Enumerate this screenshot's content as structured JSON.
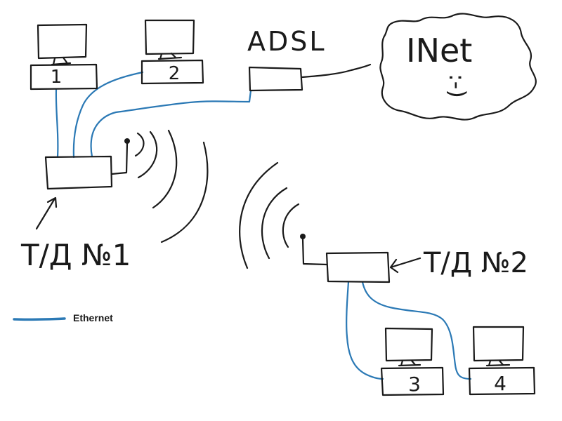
{
  "colors": {
    "ethernet": "#2b79b5",
    "ink": "#1a1a1a"
  },
  "computers": [
    {
      "label": "1"
    },
    {
      "label": "2"
    },
    {
      "label": "3"
    },
    {
      "label": "4"
    }
  ],
  "modem": {
    "label": "ADSL"
  },
  "internet": {
    "label": "INet",
    "smiley": ":-)"
  },
  "access_points": [
    {
      "label": "T/Д №1"
    },
    {
      "label": "T/Д №2"
    }
  ],
  "legend": {
    "ethernet_label": "Ethernet"
  }
}
